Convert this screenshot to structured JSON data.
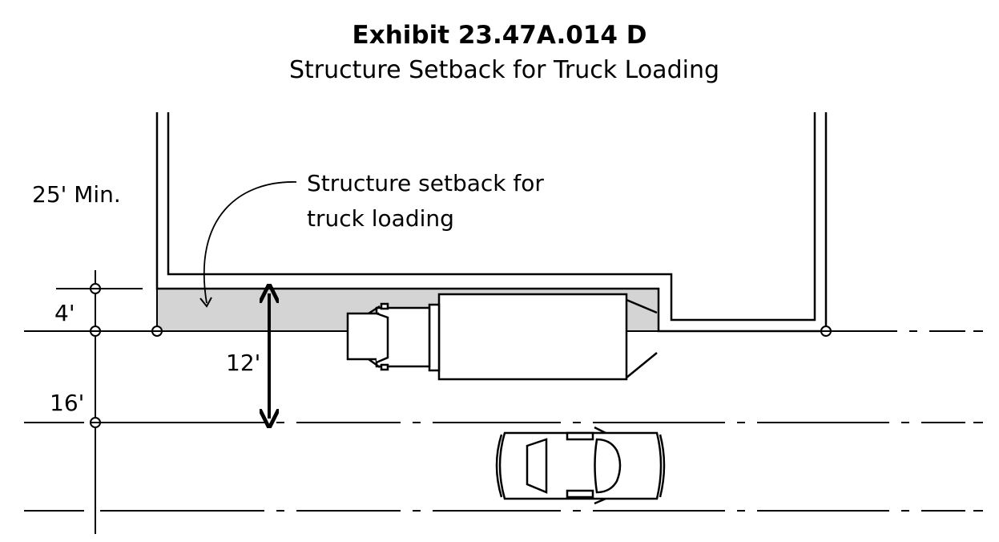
{
  "title": "Exhibit 23.47A.014 D",
  "subtitle": "Structure Setback for Truck Loading",
  "labels": {
    "min_setback": "25' Min.",
    "callout_line1": "Structure setback for",
    "callout_line2": "truck loading",
    "dim_4": "4'",
    "dim_12": "12'",
    "dim_16": "16'"
  },
  "colors": {
    "setback_fill": "#d4d4d4",
    "line": "#000000"
  }
}
